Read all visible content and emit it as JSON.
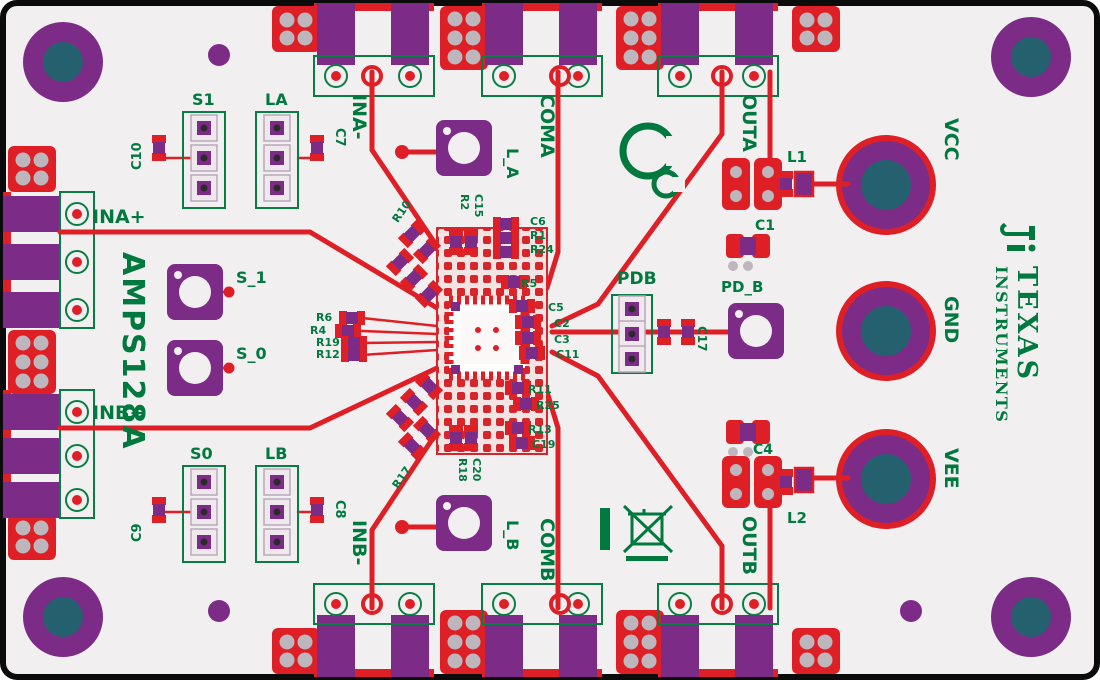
{
  "board": {
    "title": "AMPS128A",
    "brand": {
      "word1": "TEXAS",
      "word2": "INSTRUMENTS"
    }
  },
  "colors": {
    "silkscreen_green": "#00793f",
    "copper_purple": "#7c2c87",
    "trace_red": "#df1f26",
    "drill_teal": "#25606f",
    "board_white": "#f2eff1"
  },
  "icons": {
    "brand_logo": "ti-bug-icon",
    "ce_mark": "ce-mark-icon",
    "weee": "weee-bin-icon"
  },
  "ports": {
    "ina_plus": "INA+",
    "inb_plus": "INB+",
    "ina_minus": "INA-",
    "coma": "COMA",
    "outa": "OUTA",
    "inb_minus": "INB-",
    "comb": "COMB",
    "outb": "OUTB",
    "vcc": "VCC",
    "gnd": "GND",
    "vee": "VEE"
  },
  "testpoints": {
    "s_1": "S_1",
    "s_0": "S_0",
    "l_a": "L_A",
    "l_b": "L_B",
    "pd_b": "PD_B"
  },
  "headers": {
    "s1": "S1",
    "la": "LA",
    "s0": "S0",
    "lb": "LB",
    "pdb": "PDB"
  },
  "components": {
    "c10": "C10",
    "c7": "C7",
    "c9": "C9",
    "c8": "C8",
    "l1": "L1",
    "c1": "C1",
    "c4": "C4",
    "l2": "L2",
    "c17": "C17",
    "center": [
      "R10",
      "R2",
      "C15",
      "C6",
      "R1",
      "R24",
      "R5",
      "C5",
      "C2",
      "C3",
      "C11",
      "R6",
      "R4",
      "R19",
      "R12",
      "R11",
      "R25",
      "R13",
      "C19",
      "R18",
      "C20",
      "R17"
    ]
  }
}
